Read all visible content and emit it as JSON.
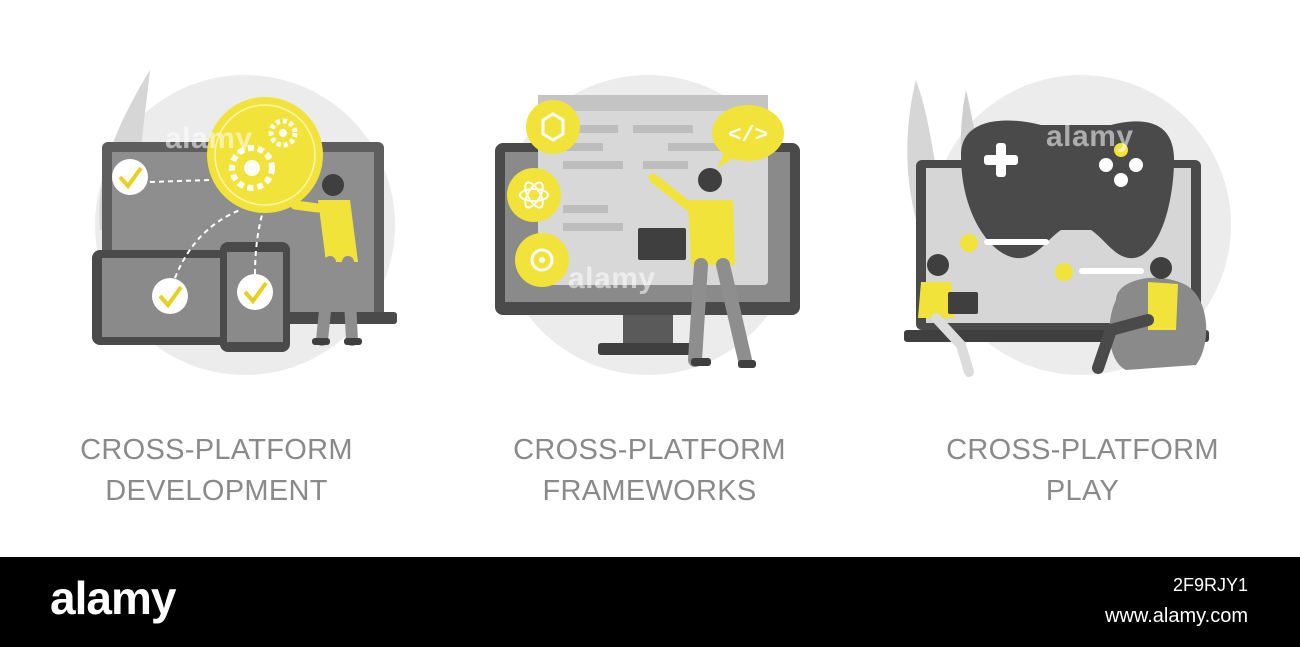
{
  "panels": [
    {
      "line1": "CROSS-PLATFORM",
      "line2": "DEVELOPMENT",
      "watermark": "alamy"
    },
    {
      "line1": "CROSS-PLATFORM",
      "line2": "FRAMEWORKS",
      "watermark": "alamy"
    },
    {
      "line1": "CROSS-PLATFORM",
      "line2": "PLAY",
      "watermark": "alamy"
    }
  ],
  "footer": {
    "logo": "alamy",
    "image_id": "2F9RJY1",
    "site": "www.alamy.com"
  },
  "colors": {
    "accent_yellow": "#f2e33a",
    "dark_gray": "#5e5e5e",
    "mid_gray": "#9a9a9a",
    "light_gray": "#dcdcdc",
    "caption_gray": "#8a8a8a",
    "footer_bg": "#000000"
  }
}
